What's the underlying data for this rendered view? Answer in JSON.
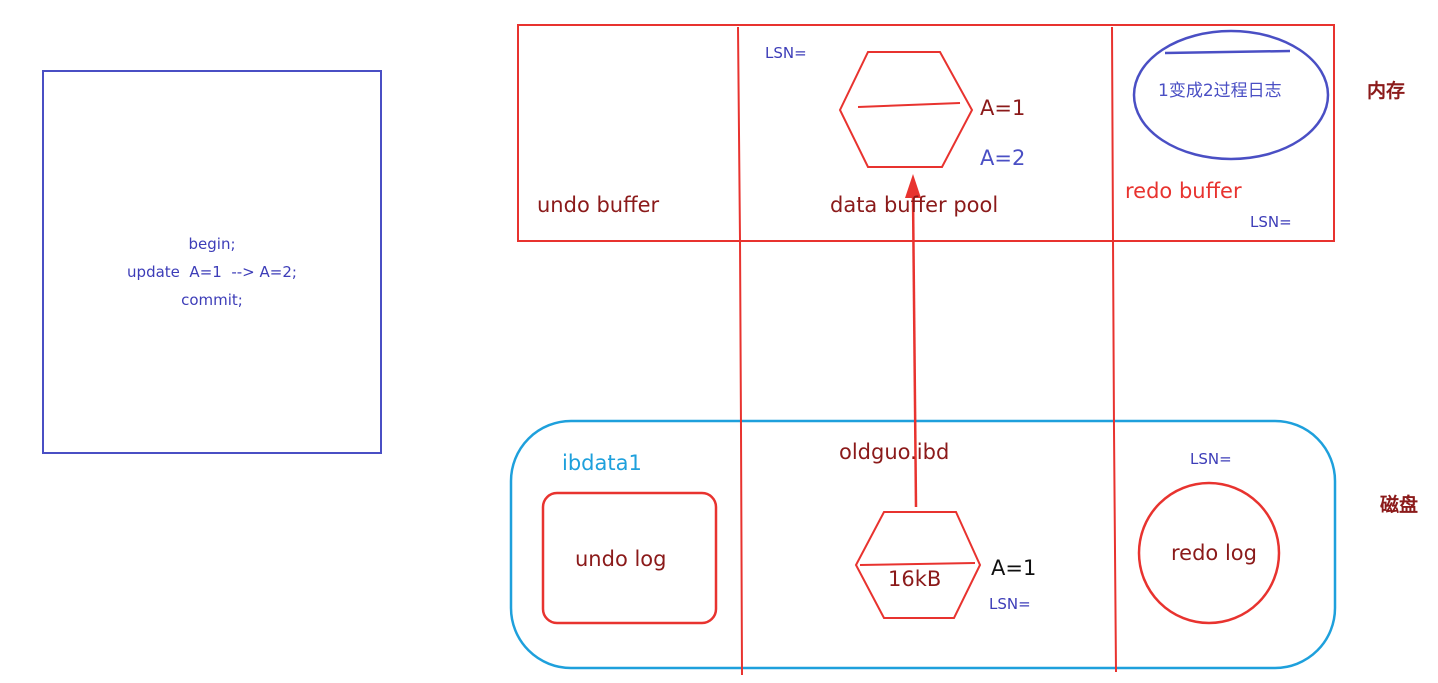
{
  "sql": {
    "lines": [
      "begin;",
      "update  A=1  --> A=2;",
      "commit;"
    ]
  },
  "memory": {
    "region_label": "内存",
    "undo_buffer_label": "undo buffer",
    "data_buffer_pool_label": "data buffer pool",
    "redo_buffer_label": "redo buffer",
    "data_buffer_lsn": "LSN=",
    "redo_buffer_lsn": "LSN=",
    "page_old_value": "A=1",
    "page_new_value": "A=2",
    "redo_note": "1变成2过程日志"
  },
  "disk": {
    "region_label": "磁盘",
    "ibdata_label": "ibdata1",
    "undo_log_label": "undo log",
    "ibd_file_label": "oldguo.ibd",
    "page_size_label": "16kB",
    "page_value": "A=1",
    "page_lsn": "LSN=",
    "redo_log_lsn": "LSN=",
    "redo_log_label": "redo log"
  },
  "colors": {
    "red": "#e8332f",
    "dark_red": "#8b1a1a",
    "blue": "#4a4fc4",
    "cyan": "#1ea0dc"
  }
}
